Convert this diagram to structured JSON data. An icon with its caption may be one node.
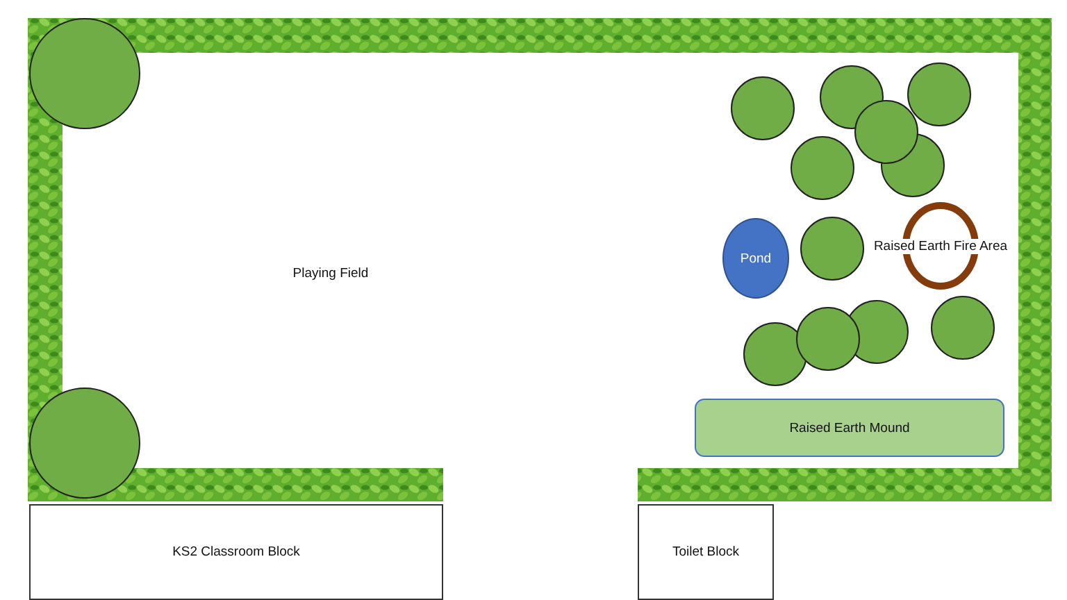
{
  "diagram": {
    "nodes": [
      {
        "text": [],
        "shape": "circle"
      },
      {
        "text": [],
        "shape": "circle"
      },
      {
        "text": [],
        "shape": "circle"
      },
      {
        "text": [],
        "shape": "circle"
      },
      {
        "text": [],
        "shape": "circle"
      },
      {
        "text": [],
        "shape": "circle"
      },
      {
        "text": [],
        "shape": "circle"
      },
      {
        "text": [
          "Pond"
        ]
      },
      {
        "text": [],
        "shape": "circle"
      },
      {
        "text": [
          "Raised Earth Fire Area"
        ]
      },
      {
        "text": [],
        "shape": "circle"
      },
      {
        "text": [],
        "shape": "circle"
      },
      {
        "text": [],
        "shape": "circle"
      },
      {
        "text": [],
        "shape": "circle"
      },
      {
        "text": [
          "Raised Earth Mound"
        ]
      },
      {
        "text": [],
        "shape": "circle"
      },
      {
        "text": [
          "KS2 Classroom Block"
        ]
      },
      {
        "text": [
          "Toilet Block"
        ]
      }
    ],
    "labels": [
      "Playing Field"
    ]
  }
}
